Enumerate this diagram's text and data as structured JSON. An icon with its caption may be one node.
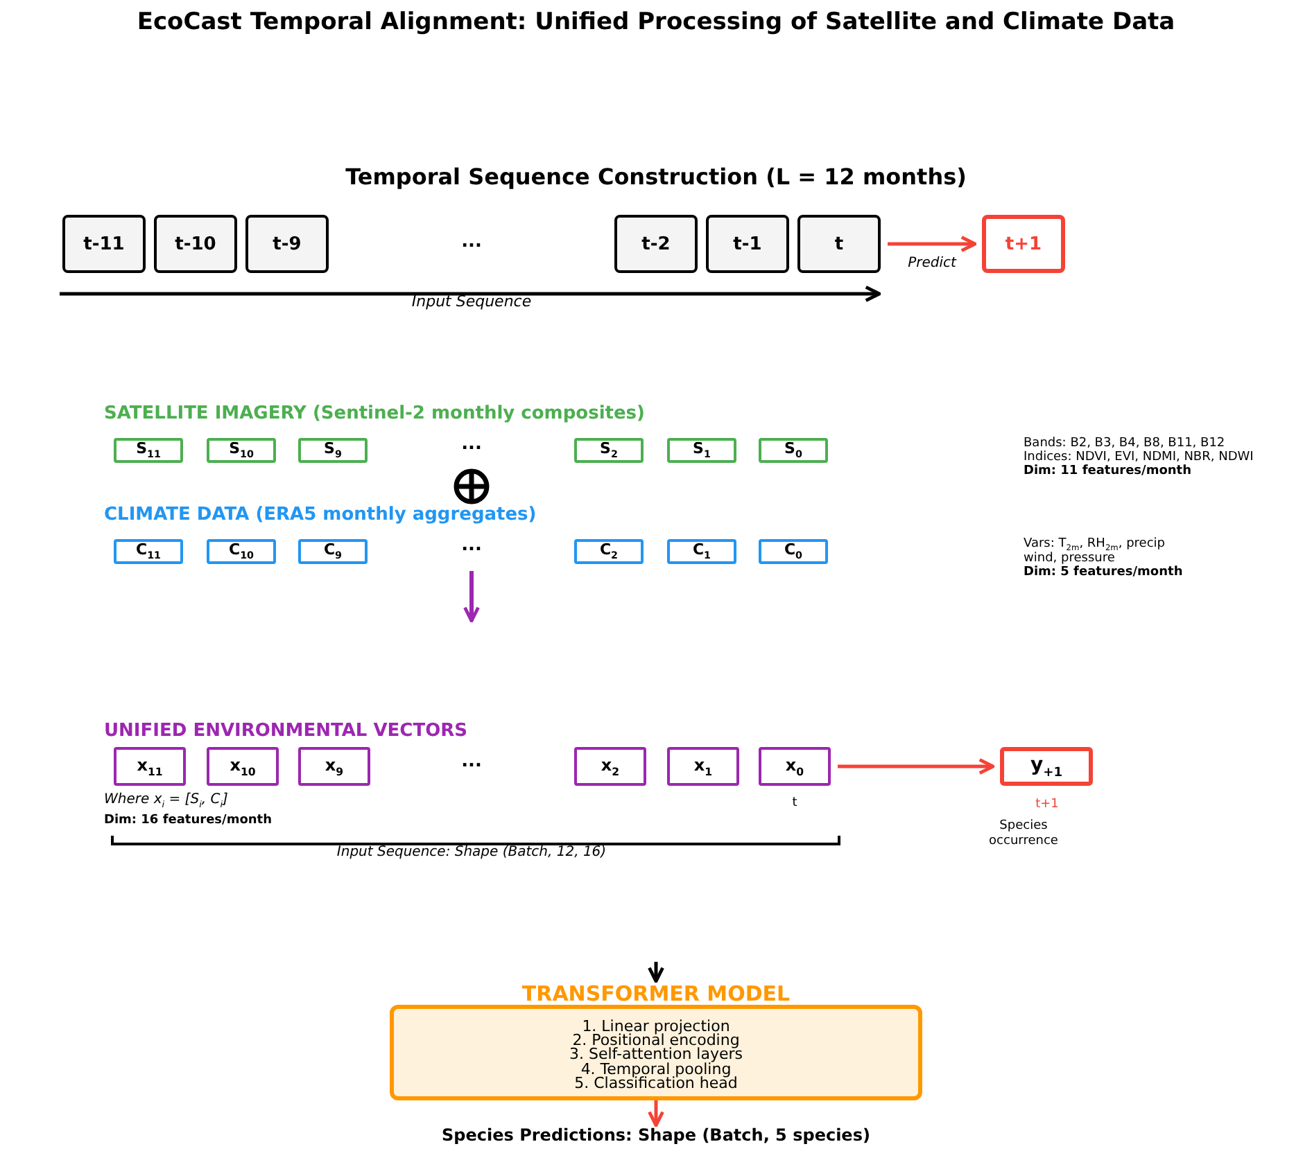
{
  "diagram": {
    "title": "EcoCast Temporal Alignment: Unified Processing of Satellite and Climate Data",
    "nodes": [
      {
        "text": [
          "t-11"
        ]
      },
      {
        "text": [
          "t-10"
        ]
      },
      {
        "text": [
          "t-9"
        ]
      },
      {
        "text": [
          "t-2"
        ]
      },
      {
        "text": [
          "t-1"
        ]
      },
      {
        "text": [
          "t"
        ]
      },
      {
        "text": [
          "t+1"
        ]
      },
      {
        "text": [
          "S$_{11}$"
        ]
      },
      {
        "text": [
          "S$_{10}$"
        ]
      },
      {
        "text": [
          "S$_{9}$"
        ]
      },
      {
        "text": [
          "S$_{2}$"
        ]
      },
      {
        "text": [
          "S$_{1}$"
        ]
      },
      {
        "text": [
          "S$_{0}$"
        ]
      },
      {
        "text": [
          "C$_{11}$"
        ]
      },
      {
        "text": [
          "C$_{10}$"
        ]
      },
      {
        "text": [
          "C$_{9}$"
        ]
      },
      {
        "text": [
          "C$_{2}$"
        ]
      },
      {
        "text": [
          "C$_{1}$"
        ]
      },
      {
        "text": [
          "C$_{0}$"
        ]
      },
      {
        "text": [
          "x$_{11}$"
        ]
      },
      {
        "text": [
          "x$_{10}$"
        ]
      },
      {
        "text": [
          "x$_{9}$"
        ]
      },
      {
        "text": [
          "x$_{2}$"
        ]
      },
      {
        "text": [
          "x$_{1}$"
        ]
      },
      {
        "text": [
          "x$_{0}$"
        ],
        "beside": [
          "t"
        ]
      },
      {
        "text": [
          "y$_{+1}$"
        ],
        "beside": [
          "t+1",
          "Species occurrence"
        ]
      },
      {
        "text": [
          "TRANSFORMER MODEL",
          "1. Linear projection",
          "2. Positional encoding",
          "3. Self-attention layers",
          "4. Temporal pooling",
          "5. Classification head"
        ]
      },
      {
        "text": [
          "Species Predictions: Shape (Batch, 5 species)"
        ]
      }
    ],
    "edges": [
      {
        "from": 5,
        "to": 6,
        "arrow": "to",
        "label": "Predict"
      },
      {
        "from": 24,
        "to": 25,
        "arrow": "to"
      },
      {
        "from": null,
        "to": 26,
        "arrow": "to",
        "color": "#000000"
      },
      {
        "from": 26,
        "to": 27,
        "arrow": "to"
      }
    ],
    "labels": [
      "Temporal Sequence Construction (L = 12 months)",
      "...",
      "Input Sequence",
      "SATELLITE IMAGERY (Sentinel-2 monthly composites)",
      "...",
      "Bands: B2, B3, B4, B8, B11, B12",
      "Indices: NDVI, EVI, NDMI, NBR, NDWI",
      "Dim: 11 features/month",
      "CLIMATE DATA (ERA5 monthly aggregates)",
      "...",
      "Vars: T$_{2m}$, RH$_{2m}$, precip",
      "wind, pressure",
      "Dim: 5 features/month",
      "UNIFIED ENVIRONMENTAL VECTORS",
      "...",
      "Where x$_{i}$ = [S$_{i}$, C$_{i}$]",
      "Dim: 16 features/month",
      "Input Sequence: Shape (Batch, 12, 16)"
    ]
  }
}
